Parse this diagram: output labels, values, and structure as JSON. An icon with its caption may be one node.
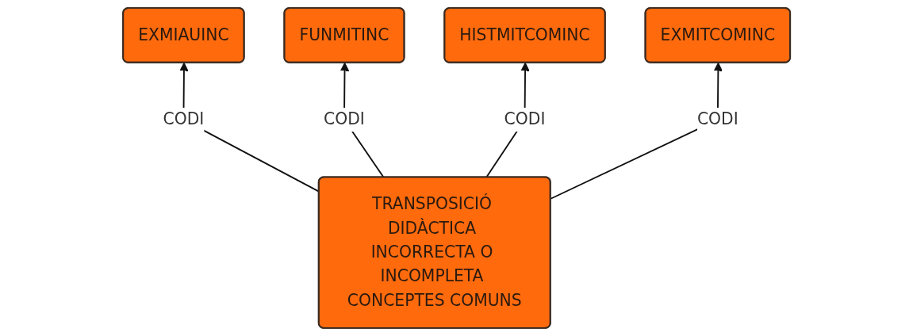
{
  "diagram": {
    "nodes": [
      {
        "text": [
          "EXMIAUINC"
        ]
      },
      {
        "text": [
          "FUNMITINC"
        ]
      },
      {
        "text": [
          "HISTMITCOMINC"
        ]
      },
      {
        "text": [
          "EXMITCOMINC"
        ]
      },
      {
        "text": [
          "TRANSPOSICIÓ DIDÀCTICA INCORRECTA O INCOMPLETA CONCEPTES COMUNS"
        ]
      }
    ],
    "edges": [
      {
        "from": 4,
        "to": 0,
        "arrow": "to",
        "label": "CODI"
      },
      {
        "from": 4,
        "to": 1,
        "arrow": "to",
        "label": "CODI"
      },
      {
        "from": 4,
        "to": 2,
        "arrow": "to",
        "label": "CODI"
      },
      {
        "from": 4,
        "to": 3,
        "arrow": "to",
        "label": "CODI"
      }
    ]
  }
}
